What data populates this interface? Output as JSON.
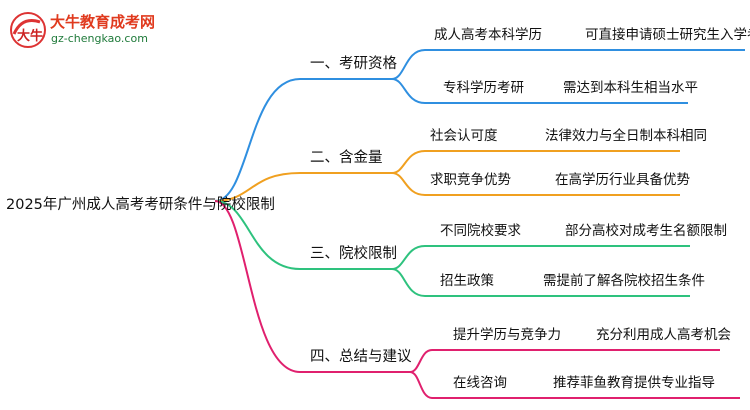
{
  "logo": {
    "name": "大牛教育成考网",
    "url": "gz-chengkao.com"
  },
  "root": "2025年广州成人高考考研条件与院校限制",
  "branches": [
    {
      "label": "一、考研资格",
      "color": "#2f8fe0",
      "items": [
        {
          "left": "成人高考本科学历",
          "right": "可直接申请硕士研究生入学考试"
        },
        {
          "left": "专科学历考研",
          "right": "需达到本科生相当水平"
        }
      ]
    },
    {
      "label": "二、含金量",
      "color": "#f0a020",
      "items": [
        {
          "left": "社会认可度",
          "right": "法律效力与全日制本科相同"
        },
        {
          "left": "求职竞争优势",
          "right": "在高学历行业具备优势"
        }
      ]
    },
    {
      "label": "三、院校限制",
      "color": "#2ec27e",
      "items": [
        {
          "left": "不同院校要求",
          "right": "部分高校对成考生名额限制"
        },
        {
          "left": "招生政策",
          "right": "需提前了解各院校招生条件"
        }
      ]
    },
    {
      "label": "四、总结与建议",
      "color": "#e0206e",
      "items": [
        {
          "left": "提升学历与竞争力",
          "right": "充分利用成人高考机会"
        },
        {
          "left": "在线咨询",
          "right": "推荐菲鱼教育提供专业指导"
        }
      ]
    }
  ]
}
